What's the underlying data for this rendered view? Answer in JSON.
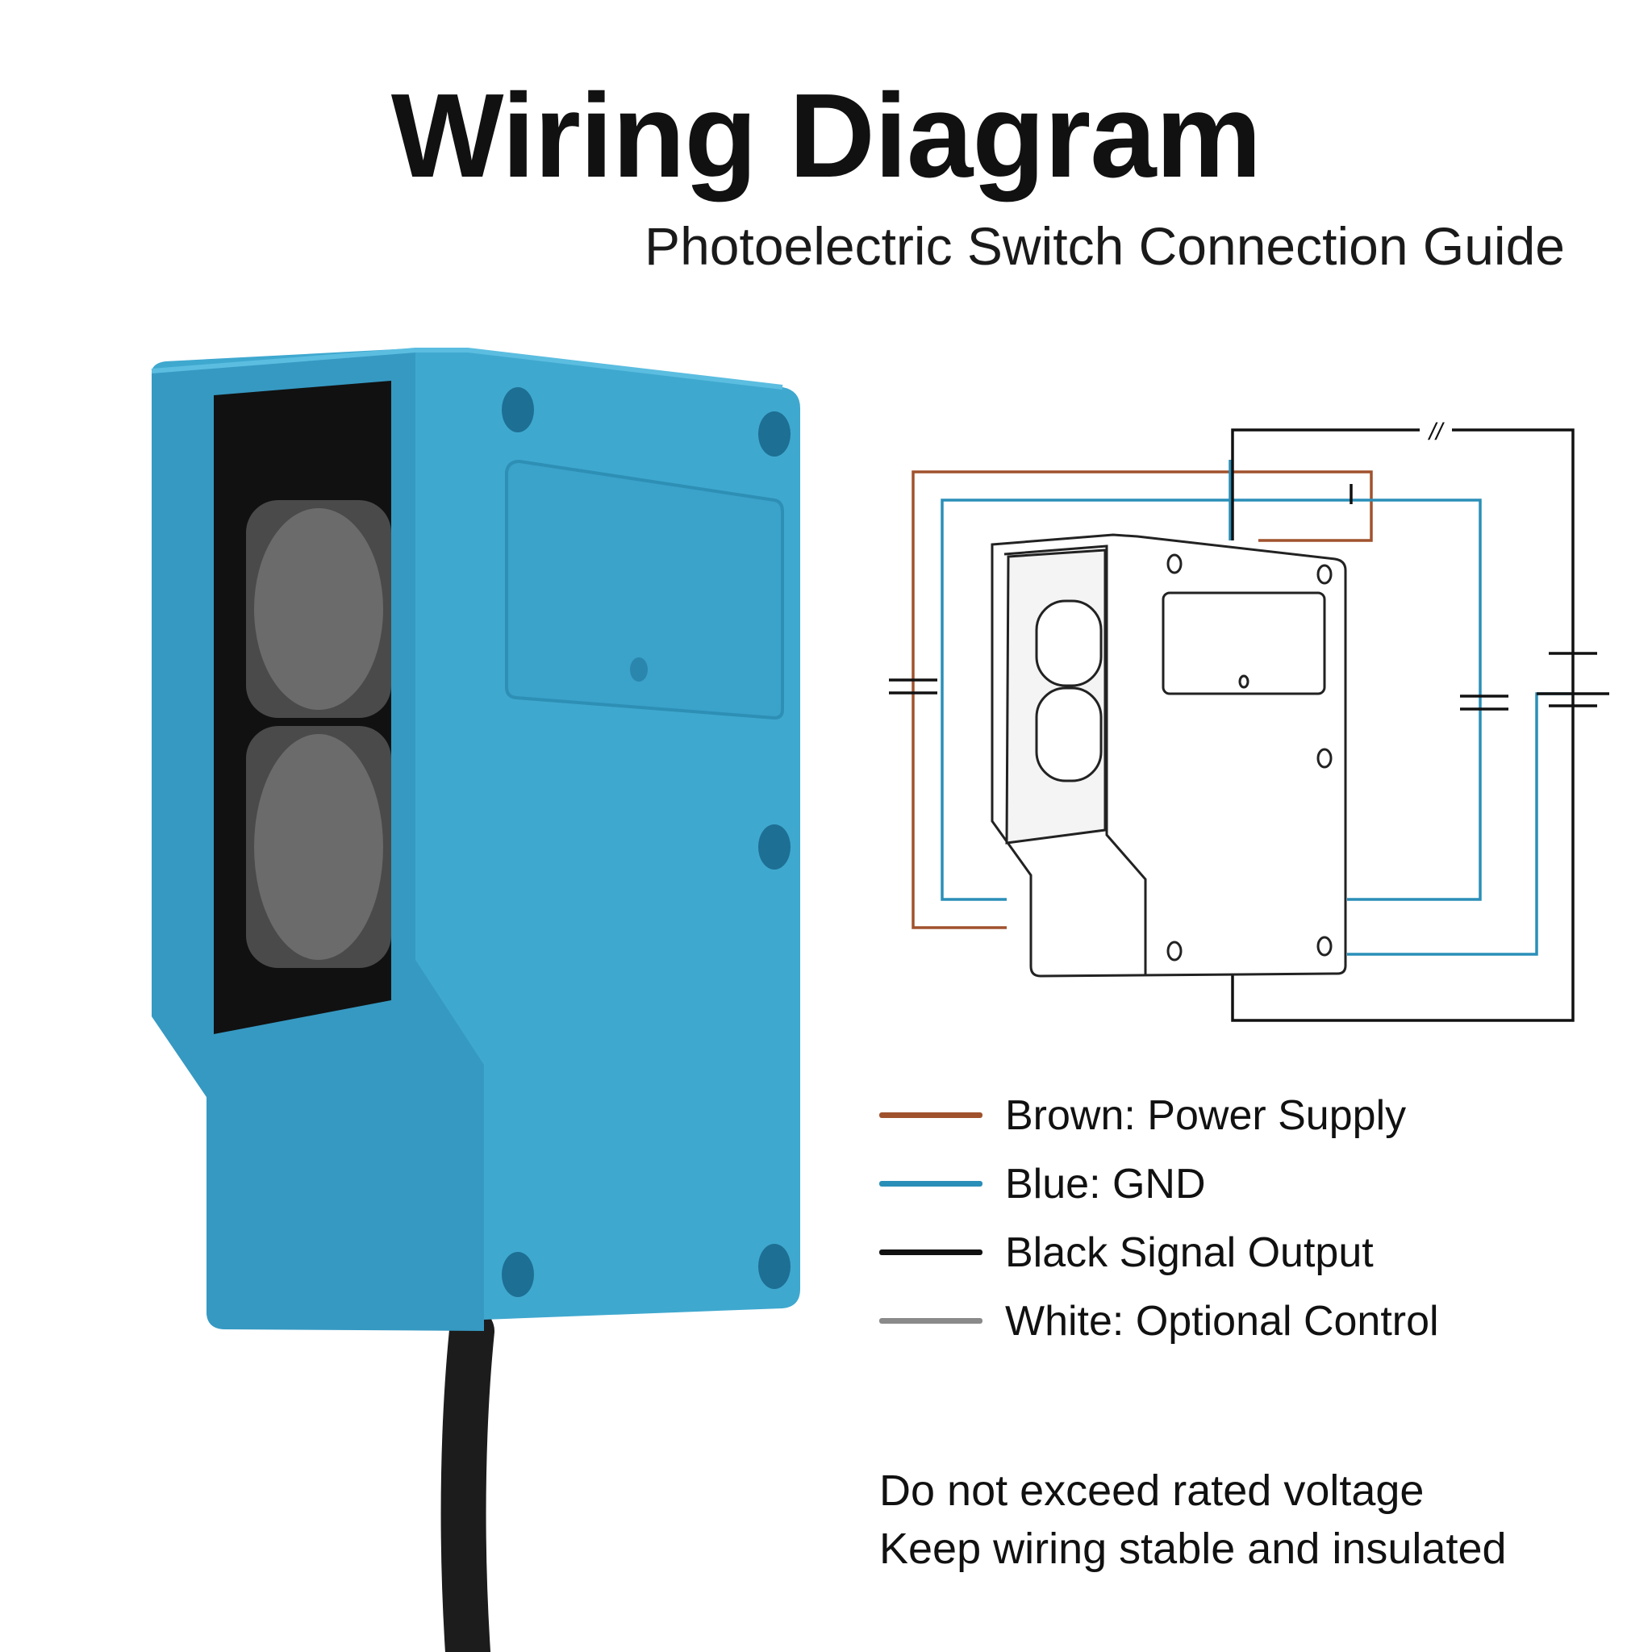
{
  "title": "Wiring Diagram",
  "subtitle": "Photoelectric Switch Connection  Guide",
  "colors": {
    "sensor_body": "#3FA8CF",
    "sensor_body_dark": "#2E8FB5",
    "brown_wire": "#A0522D",
    "blue_wire": "#2A8FB8",
    "black_wire": "#111111",
    "white_wire": "#8A8A8A"
  },
  "legend": [
    {
      "label": "Brown: Power Supply",
      "color": "#A0522D"
    },
    {
      "label": "Blue: GND",
      "color": "#2A8FB8"
    },
    {
      "label": "Black Signal Output",
      "color": "#111111"
    },
    {
      "label": "White: Optional Control",
      "color": "#8A8A8A"
    }
  ],
  "schematic": {
    "break_mark": "//"
  },
  "notes": [
    "Do not exceed rated voltage",
    "Keep wiring stable and insulated"
  ]
}
